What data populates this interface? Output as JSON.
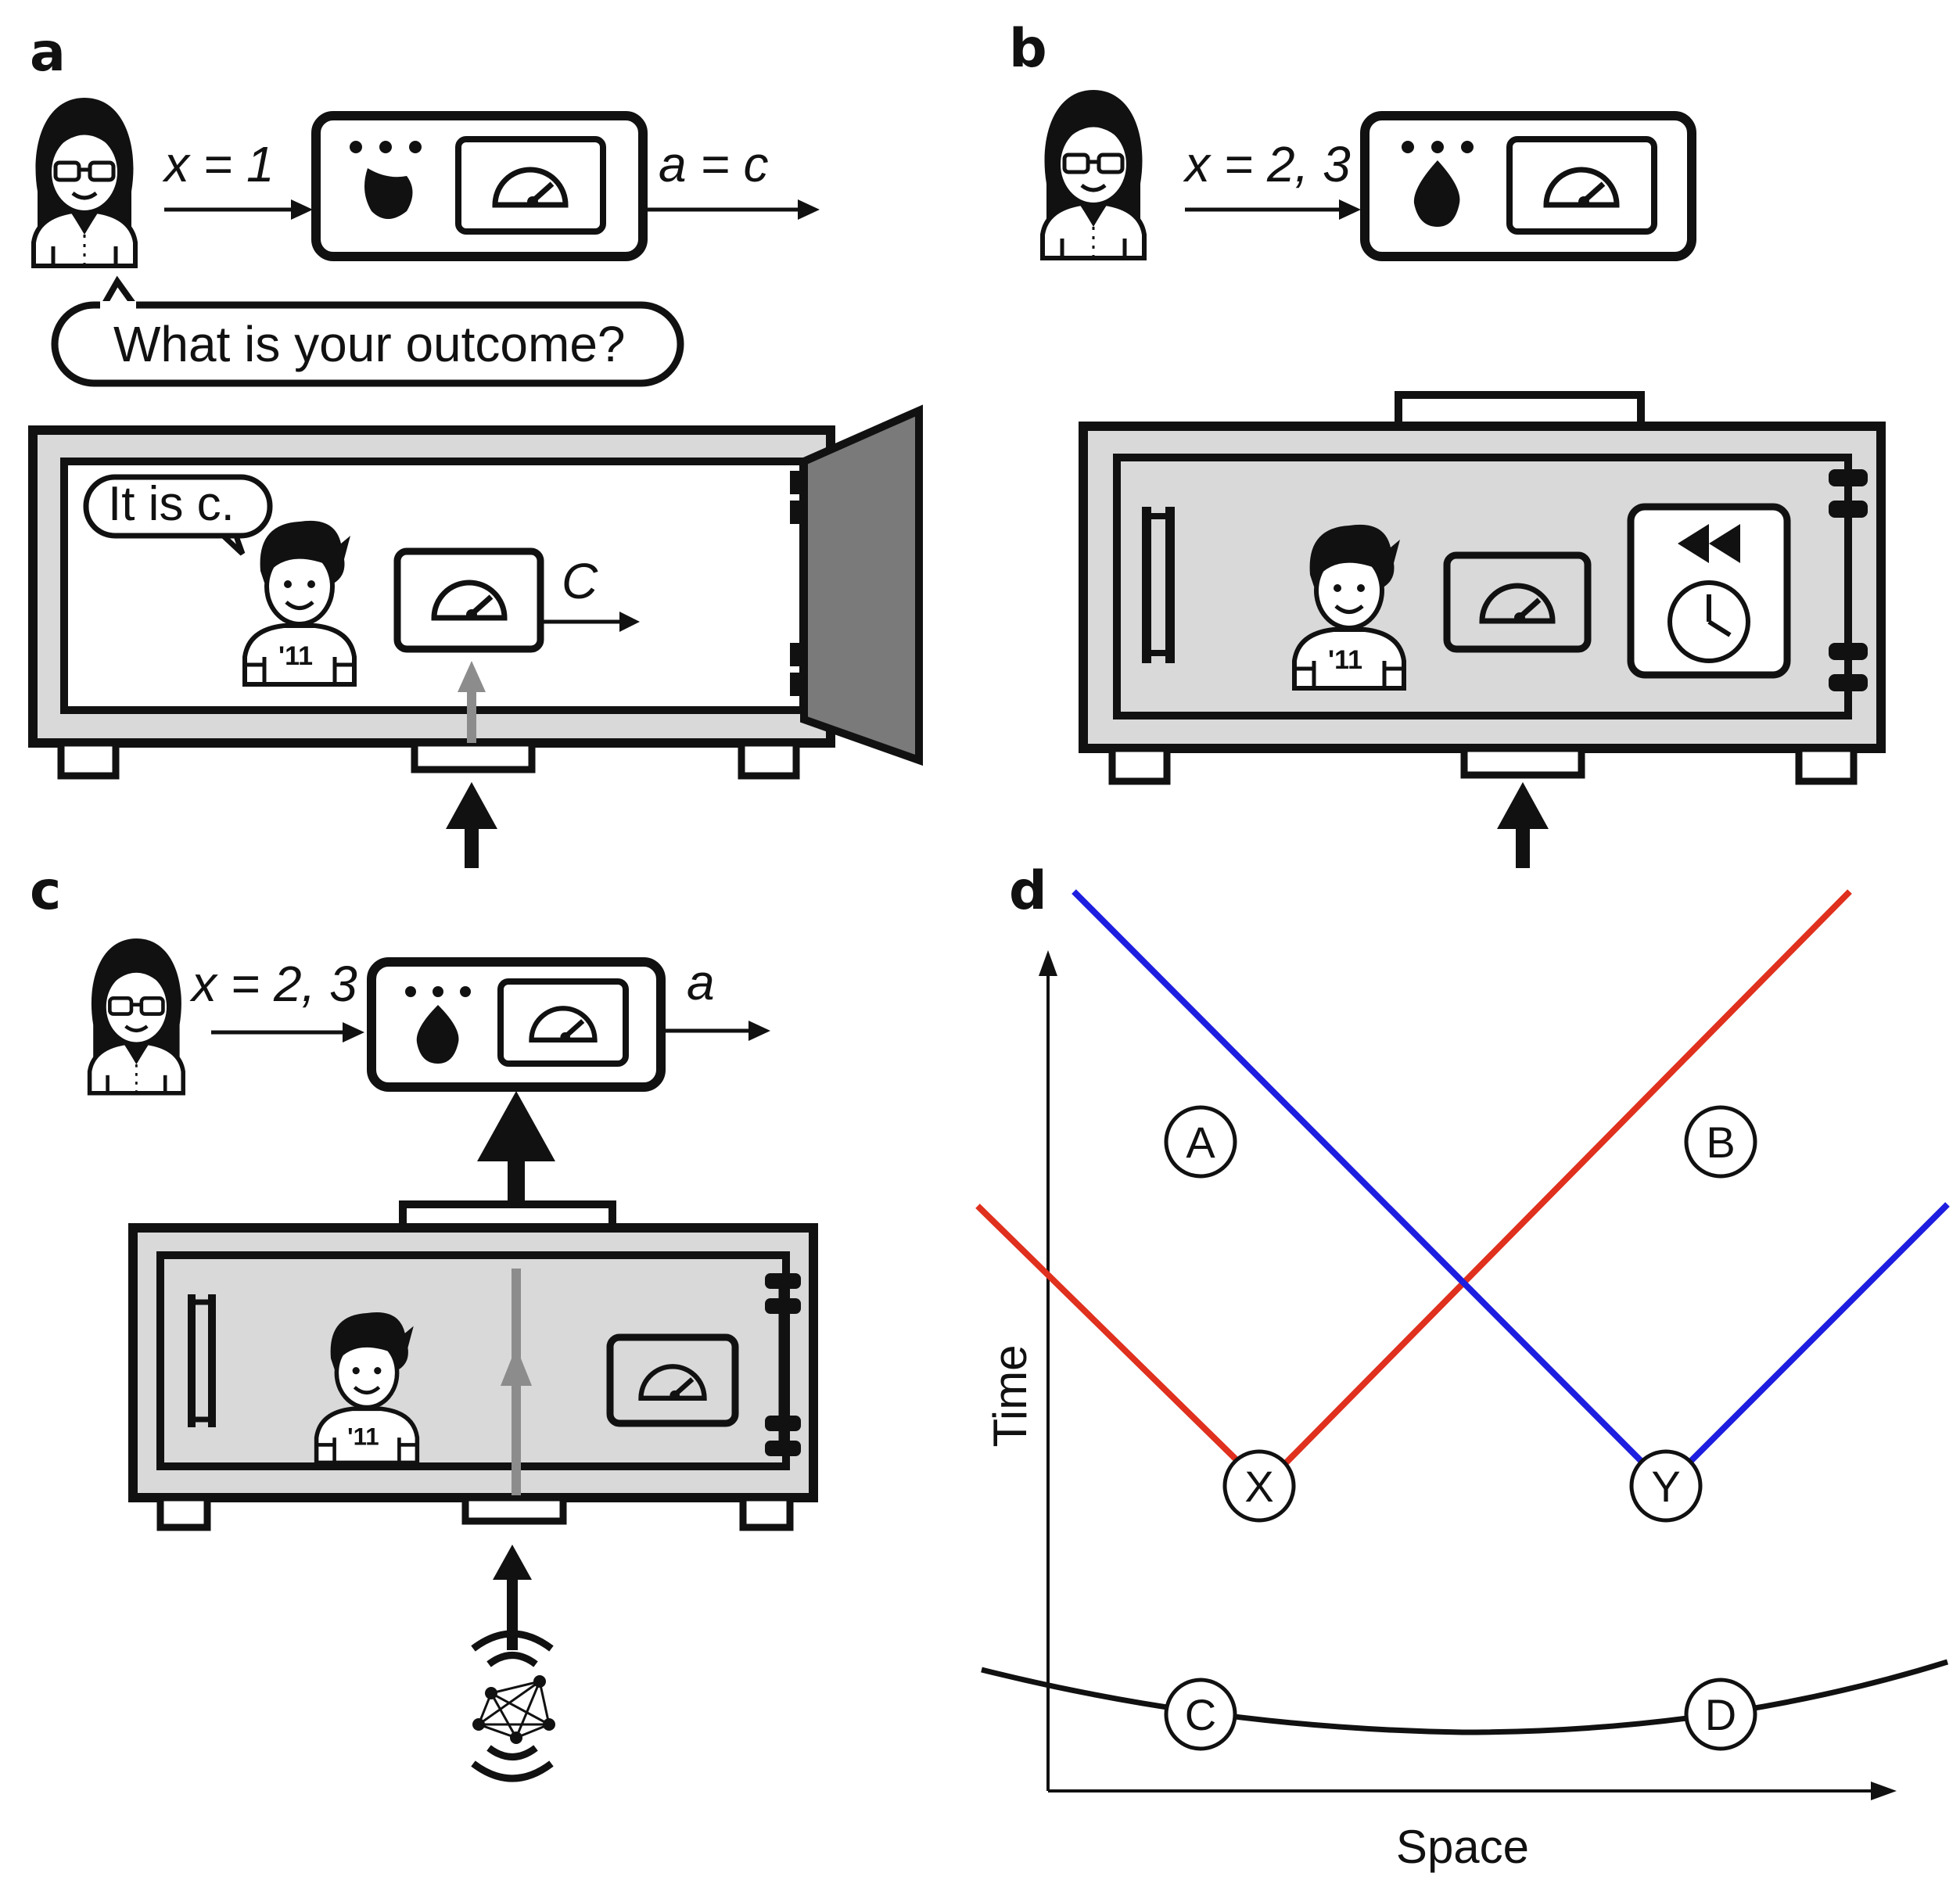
{
  "panels": {
    "a": {
      "label": "a",
      "input_label": "x = 1",
      "output_label": "a = c",
      "speech": "What is your outcome?",
      "inner_speech": "It is c.",
      "inner_output": "C"
    },
    "b": {
      "label": "b",
      "input_label": "x = 2, 3"
    },
    "c": {
      "label": "c",
      "input_label": "x = 2, 3",
      "output_label": "a"
    },
    "d": {
      "label": "d",
      "ylabel": "Time",
      "xlabel": "Space",
      "nodes": {
        "A": "A",
        "B": "B",
        "C": "C",
        "D": "D",
        "X": "X",
        "Y": "Y"
      }
    }
  },
  "colors": {
    "red_line": "#e0301e",
    "blue_line": "#1e1ee0",
    "box_gray": "#d9d9d9",
    "door_gray": "#7a7a7a",
    "signal_gray": "#8c8c8c"
  }
}
